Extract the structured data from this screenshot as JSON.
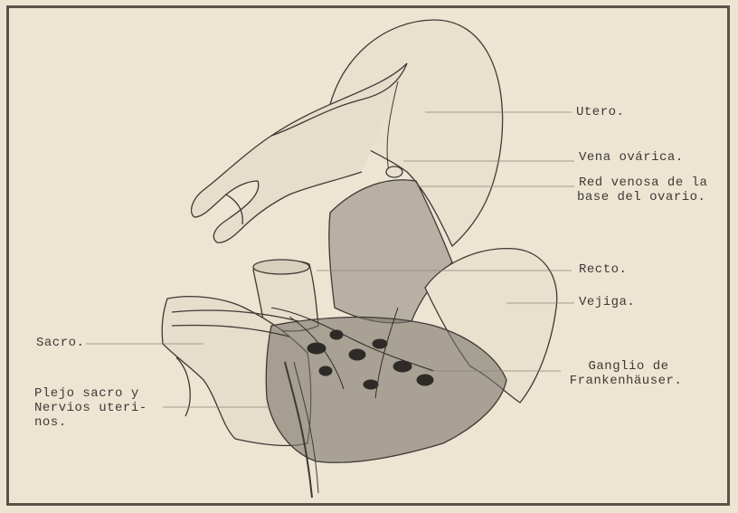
{
  "labels": {
    "utero": "Utero.",
    "vena_ovarica": "Vena ovárica.",
    "red_venosa_line1": "Red venosa de la",
    "red_venosa_line2": "base del ovario.",
    "recto": "Recto.",
    "vejiga": "Vejiga.",
    "ganglio_line1": "Ganglio de",
    "ganglio_line2": "Frankenhäuser.",
    "sacro": "Sacro.",
    "plejo_line1": "Plejo sacro y",
    "plejo_line2": "Nervios uteri-",
    "plejo_line3": "nos."
  },
  "colors": {
    "paper": "#ede4d2",
    "ink": "#3d3a35",
    "shade": "#6e6a63"
  }
}
